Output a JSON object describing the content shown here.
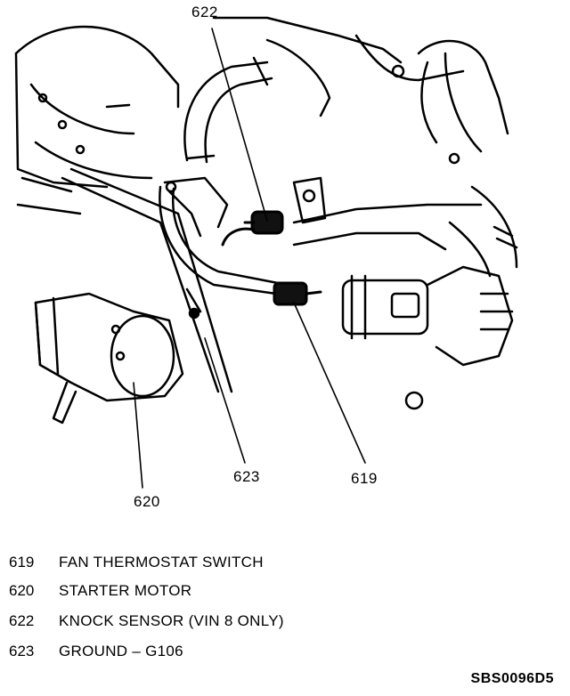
{
  "callouts": {
    "c622": "622",
    "c623": "623",
    "c619": "619",
    "c620": "620"
  },
  "legend": [
    {
      "num": "619",
      "text": "FAN THERMOSTAT SWITCH"
    },
    {
      "num": "620",
      "text": "STARTER MOTOR"
    },
    {
      "num": "622",
      "text": "KNOCK SENSOR (VIN 8 ONLY)"
    },
    {
      "num": "623",
      "text": "GROUND – G106"
    }
  ],
  "figure_id": "SBS0096D5",
  "icons": [
    "knock-sensor-icon",
    "thermostat-switch-icon",
    "starter-motor-icon",
    "ground-bolt-icon"
  ]
}
